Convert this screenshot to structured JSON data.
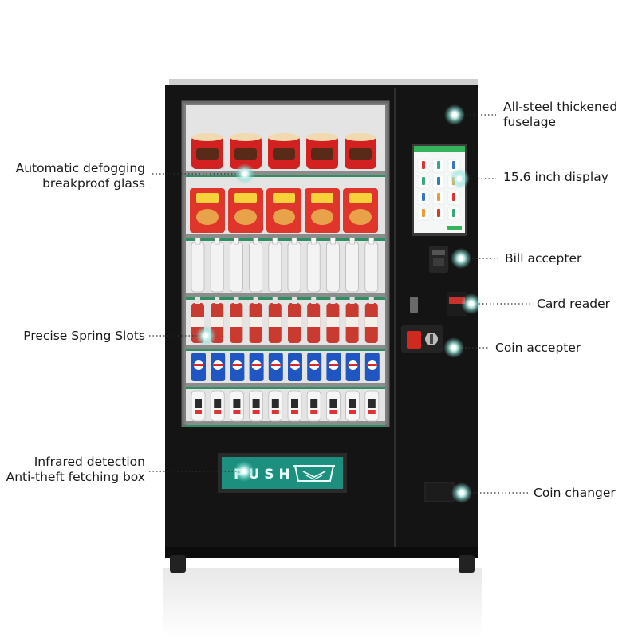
{
  "push_label": "PUSH",
  "callouts": {
    "fuselage": {
      "line1": "All-steel thickened",
      "line2": "fuselage"
    },
    "display": {
      "line1": "15.6 inch display"
    },
    "bill": {
      "line1": "Bill accepter"
    },
    "card": {
      "line1": "Card reader"
    },
    "coin_accepter": {
      "line1": "Coin accepter"
    },
    "coin_changer": {
      "line1": "Coin changer"
    },
    "glass": {
      "line1": "Automatic defogging",
      "line2": "breakproof glass"
    },
    "spring": {
      "line1": "Precise Spring Slots"
    },
    "box": {
      "line1": "Infrared detection",
      "line2": "Anti-theft fetching box"
    }
  },
  "colors": {
    "body": "#141414",
    "push_panel": "#1d8f7e",
    "marker": "#9fe8e0",
    "noodle_red": "#d32020",
    "chips_red": "#e0352a",
    "cola_blue": "#1f56c2",
    "screen_accent": "#35b25a"
  }
}
